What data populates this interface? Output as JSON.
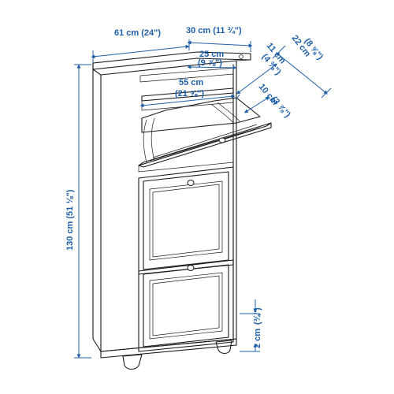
{
  "dimensions": {
    "width": "61 cm (24\")",
    "depth": "30 cm (11 ¾\")",
    "inner_width": "55 cm",
    "inner_width_in": "(21 ⅝\")",
    "shelf_depth": "25 cm",
    "shelf_depth_in": "(9 ⅞\")",
    "compartment_depth": "11 cm",
    "compartment_depth_in": "(4 ⅜\")",
    "compartment_depth_b": "10 cm",
    "compartment_depth_b_in": "(3 ⅞\")",
    "open_depth": "22 cm",
    "open_depth_in": "(8 ⅝\")",
    "height": "130 cm (51 ⅛\")",
    "foot_height": "2 cm",
    "foot_height_in": "(¾\")"
  },
  "colors": {
    "dimension": "#1f5fa8",
    "outline": "#1a1a1a"
  }
}
